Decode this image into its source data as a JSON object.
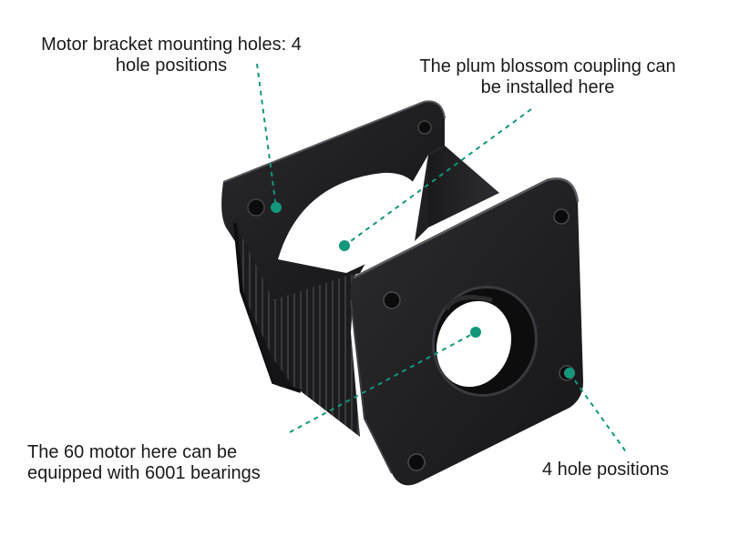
{
  "colors": {
    "accent": "#14967a",
    "bracket_dark": "#1b1b1d",
    "bracket_mid": "#2a2a2d",
    "bracket_edge": "#4a4a4f"
  },
  "annotations": {
    "top_left": {
      "line1": "Motor bracket mounting holes: 4",
      "line2": "hole positions"
    },
    "top_right": {
      "line1": "The plum blossom coupling can",
      "line2": "be installed here"
    },
    "bottom_left": {
      "line1": "The 60 motor here can be",
      "line2": "equipped with 6001 bearings"
    },
    "bottom_right": {
      "line1": "4 hole positions"
    }
  }
}
